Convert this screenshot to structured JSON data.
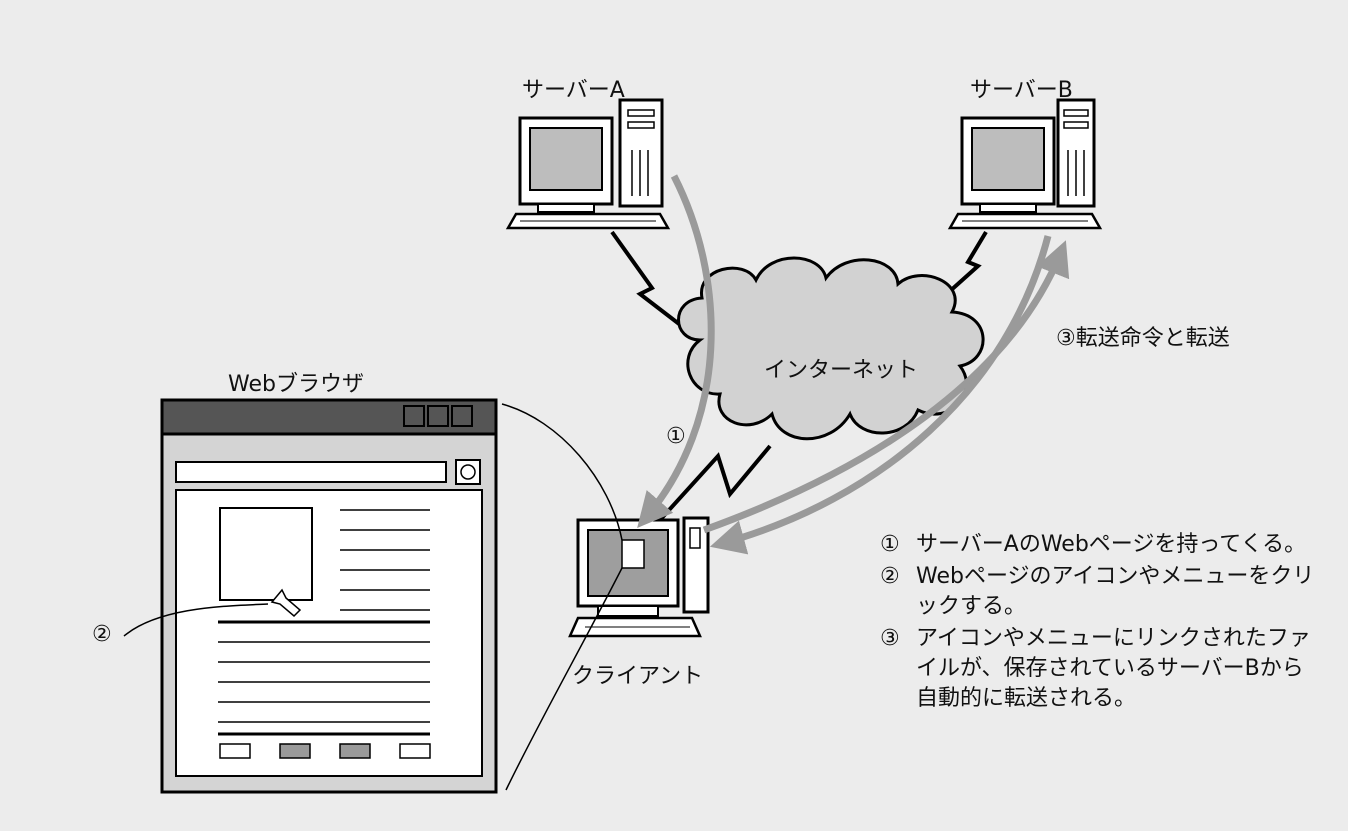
{
  "diagram": {
    "nodes": {
      "server_a": {
        "label": "サーバーA"
      },
      "server_b": {
        "label": "サーバーB"
      },
      "internet": {
        "label": "インターネット"
      },
      "client": {
        "label": "クライアント"
      },
      "browser": {
        "label": "Webブラウザ"
      }
    },
    "annotations": {
      "step1_marker": "①",
      "step2_marker": "②",
      "step3_label": "③転送命令と転送"
    },
    "legend": [
      {
        "num": "①",
        "text": "サーバーAのWebページを持ってくる。"
      },
      {
        "num": "②",
        "text": "Webページのアイコンやメニューをクリックする。"
      },
      {
        "num": "③",
        "text": "アイコンやメニューにリンクされたファイルが、保存されているサーバーBから自動的に転送される。"
      }
    ]
  }
}
